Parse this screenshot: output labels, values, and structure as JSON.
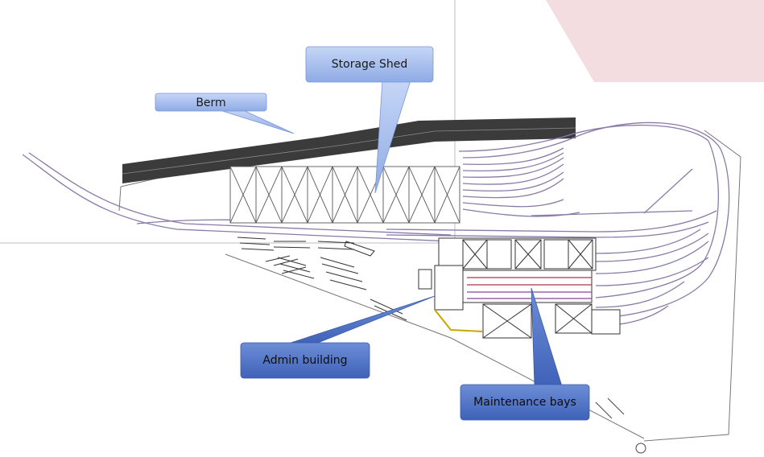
{
  "callouts": {
    "berm": "Berm",
    "storage_shed": "Storage Shed",
    "admin_building": "Admin building",
    "maintenance_bays": "Maintenance bays"
  },
  "colors": {
    "callout_light": "#9fb8ec",
    "callout_dark": "#4a6fc4",
    "track": "#8a7aa8",
    "berm": "#3a3a3a",
    "corner_accent": "#f3dde0",
    "linework": "#555555"
  }
}
